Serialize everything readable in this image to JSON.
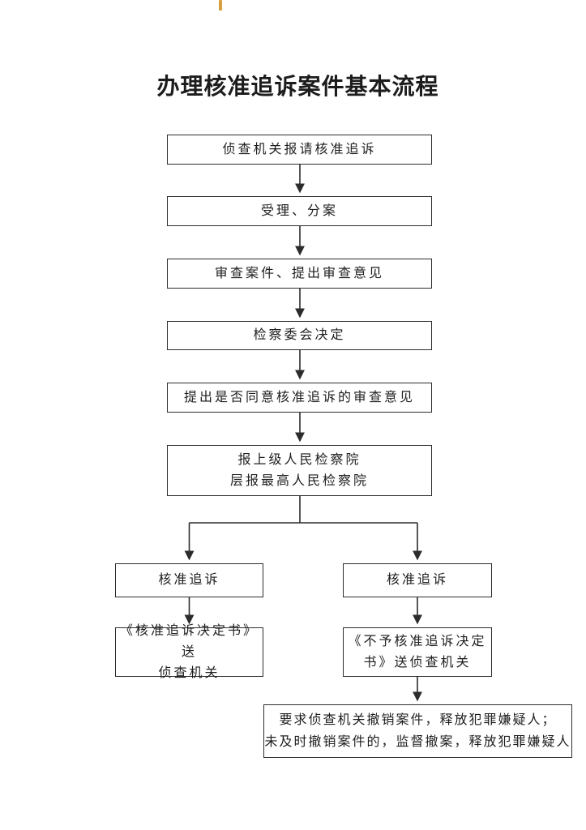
{
  "document": {
    "title": "办理核准追诉案件基本流程"
  },
  "flowchart": {
    "nodes": {
      "report": "侦查机关报请核准追诉",
      "accept": "受理、分案",
      "review": "审查案件、提出审查意见",
      "committee": "检察委会决定",
      "opinion": "提出是否同意核准追诉的审查意见",
      "escalate": "报上级人民检察院\n层报最高人民检察院",
      "approve_left": "核准追诉",
      "approve_right": "核准追诉",
      "decision_left": "《核准追诉决定书》送\n侦查机关",
      "decision_right": "《不予核准追诉决定\n书》送侦查机关",
      "final": "要求侦查机关撤销案件，释放犯罪嫌疑人；\n未及时撤销案件的，监督撤案，释放犯罪嫌疑人"
    }
  },
  "colors": {
    "ink": "#2c2c2c",
    "page_background": "#ffffff",
    "scan_mark": "#d79f3f"
  }
}
